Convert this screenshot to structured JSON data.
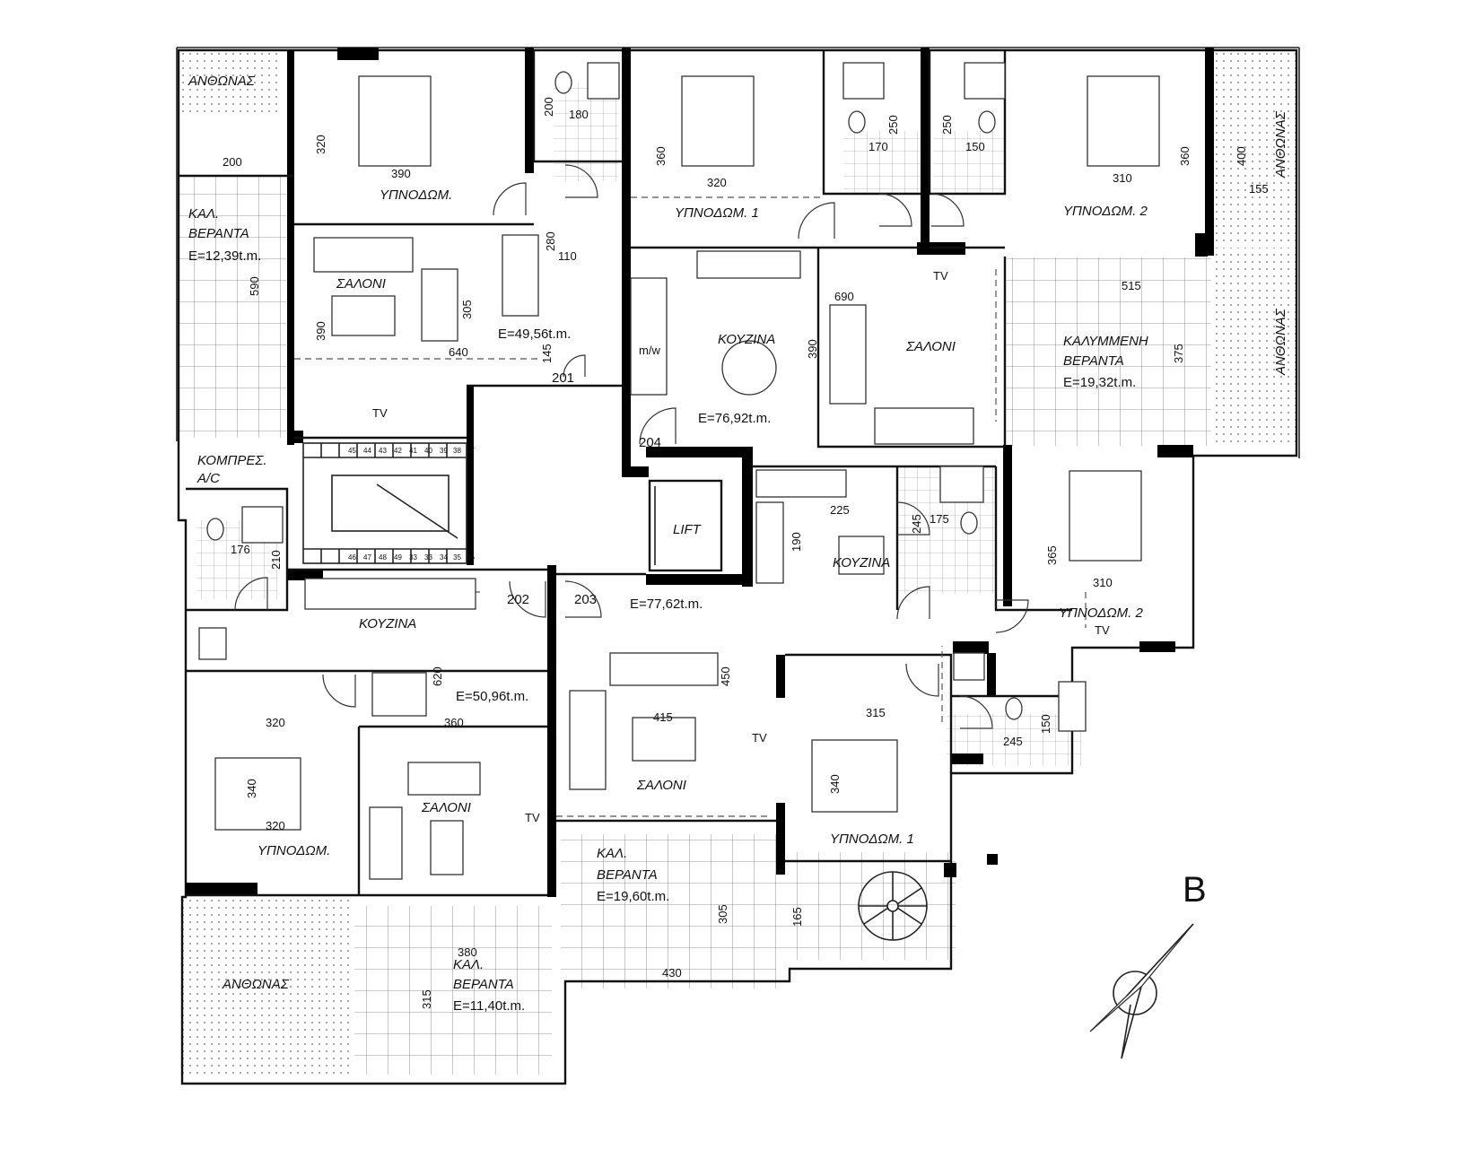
{
  "plan": {
    "compass_letter": "B",
    "rooms": {
      "anthonas_top_left": "ΑΝΘΩΝΑΣ",
      "anthonas_right_top": "ΑΝΘΩΝΑΣ",
      "anthonas_right_mid": "ΑΝΘΩΝΑΣ",
      "anthonas_bottom_left": "ΑΝΘΩΝΑΣ",
      "bedroom_a": "ΥΠΝΟΔΩΜ.",
      "bedroom_b1": "ΥΠΝΟΔΩΜ. 1",
      "bedroom_b2": "ΥΠΝΟΔΩΜ. 2",
      "bedroom_c2": "ΥΠΝΟΔΩΜ. 2",
      "bedroom_c1": "ΥΠΝΟΔΩΜ. 1",
      "bedroom_d": "ΥΠΝΟΔΩΜ.",
      "living_a": "ΣΑΛΟΝΙ",
      "living_b": "ΣΑΛΟΝΙ",
      "living_c": "ΣΑΛΟΝΙ",
      "living_d": "ΣΑΛΟΝΙ",
      "kitchen_b": "ΚΟΥΖΙΝΑ",
      "kitchen_c": "ΚΟΥΖΙΝΑ",
      "kitchen_d": "ΚΟΥΖΙΝΑ",
      "lift": "LIFT",
      "compressor_1": "ΚΟΜΠΡΕΣ.",
      "compressor_2": "A/C",
      "veranda_a_1": "ΚΑΛ.",
      "veranda_a_2": "ΒΕΡΑΝΤΑ",
      "veranda_b_1": "ΚΑΛΥΜΜΕΝΗ",
      "veranda_b_2": "ΒΕΡΑΝΤΑ",
      "veranda_c_1": "ΚΑΛ.",
      "veranda_c_2": "ΒΕΡΑΝΤΑ",
      "veranda_d_1": "ΚΑΛ.",
      "veranda_d_2": "ΒΕΡΑΝΤΑ",
      "mw": "m/w",
      "tv_1": "TV",
      "tv_2": "TV",
      "tv_3": "TV",
      "tv_4": "TV",
      "tv_5": "TV"
    },
    "areas": {
      "veranda_a": "E=12,39t.m.",
      "flat_201": "E=49,56t.m.",
      "flat_204": "E=76,92t.m.",
      "veranda_b": "E=19,32t.m.",
      "flat_203": "E=77,62t.m.",
      "flat_202": "E=50,96t.m.",
      "veranda_c": "E=19,60t.m.",
      "veranda_d": "E=11,40t.m."
    },
    "flats": {
      "f201": "201",
      "f202": "202",
      "f203": "203",
      "f204": "204"
    },
    "dims": {
      "d200a": "200",
      "d320a": "320",
      "d390a": "390",
      "d590": "590",
      "d200b": "200",
      "d180": "180",
      "d280": "280",
      "d110": "110",
      "d305a": "305",
      "d390b": "390",
      "d640": "640",
      "d145": "145",
      "d360a": "360",
      "d320b": "320",
      "d250a": "250",
      "d170": "170",
      "d250b": "250",
      "d150a": "150",
      "d310a": "310",
      "d360b": "360",
      "d400": "400",
      "d155": "155",
      "d690": "690",
      "d390c": "390",
      "d515": "515",
      "d375": "375",
      "d176": "176",
      "d210": "210",
      "d225": "225",
      "d190": "190",
      "d245a": "245",
      "d175": "175",
      "d365": "365",
      "d310b": "310",
      "d620": "620",
      "d320c": "320",
      "d360c": "360",
      "d340a": "340",
      "d320d": "320",
      "d450": "450",
      "d415": "415",
      "d315a": "315",
      "d340b": "340",
      "d150b": "150",
      "d245b": "245",
      "d305b": "305",
      "d165": "165",
      "d430": "430",
      "d380": "380",
      "d315b": "315"
    },
    "stairs": {
      "top": [
        "45",
        "44",
        "43",
        "42",
        "41",
        "40",
        "39",
        "38",
        "37"
      ],
      "bottom": [
        "46",
        "47",
        "48",
        "49",
        "33",
        "33",
        "34",
        "35",
        "36"
      ]
    }
  }
}
